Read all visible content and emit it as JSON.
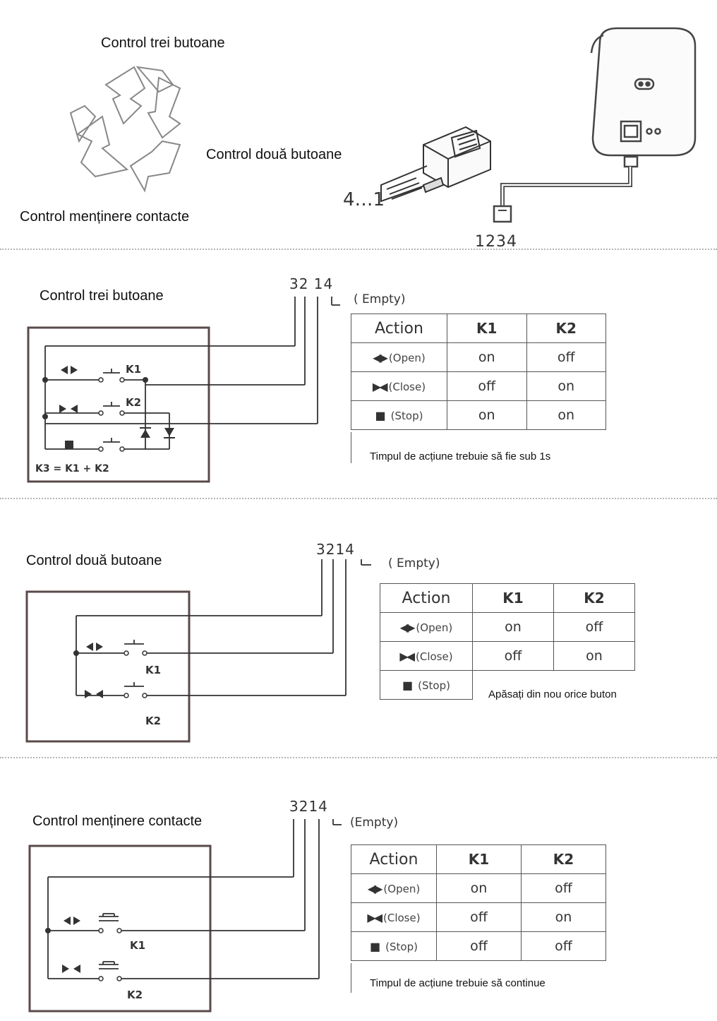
{
  "top": {
    "label_three": "Control trei butoane",
    "label_two": "Control două butoane",
    "label_hold": "Control menținere contacte",
    "plug_pins": "4…1",
    "cable_pins": "1234"
  },
  "sections": [
    {
      "title": "Control trei butoane",
      "pins": "32 14",
      "empty": "( Empty)",
      "circuit_k1": "K1",
      "circuit_k2": "K2",
      "circuit_formula": "K3 = K1 + K2",
      "header": [
        "Action",
        "K1",
        "K2"
      ],
      "rows": [
        {
          "action": "(Open)",
          "k1": "on",
          "k2": "off"
        },
        {
          "action": "(Close)",
          "k1": "off",
          "k2": "on"
        },
        {
          "action": "(Stop)",
          "k1": "on",
          "k2": "on"
        }
      ],
      "note": "Timpul de acțiune trebuie să fie sub 1s"
    },
    {
      "title": "Control două butoane",
      "pins": "3214",
      "empty": "( Empty)",
      "circuit_k1": "K1",
      "circuit_k2": "K2",
      "header": [
        "Action",
        "K1",
        "K2"
      ],
      "rows": [
        {
          "action": "(Open)",
          "k1": "on",
          "k2": "off"
        },
        {
          "action": "(Close)",
          "k1": "off",
          "k2": "on"
        },
        {
          "action": "(Stop)"
        }
      ],
      "note": "Apăsați din nou orice buton"
    },
    {
      "title": "Control menținere contacte",
      "pins": "3214",
      "empty": "(Empty)",
      "circuit_k1": "K1",
      "circuit_k2": "K2",
      "header": [
        "Action",
        "K1",
        "K2"
      ],
      "rows": [
        {
          "action": "(Open)",
          "k1": "on",
          "k2": "off"
        },
        {
          "action": "(Close)",
          "k1": "off",
          "k2": "on"
        },
        {
          "action": "(Stop)",
          "k1": "off",
          "k2": "off"
        }
      ],
      "note": "Timpul de acțiune trebuie să continue"
    }
  ]
}
